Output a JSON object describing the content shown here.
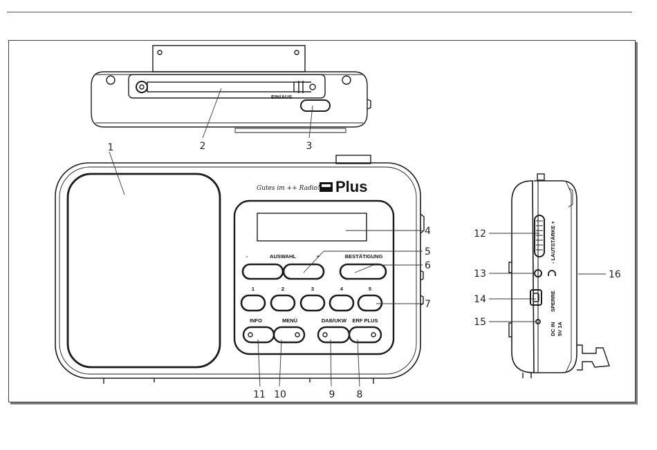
{
  "callouts": {
    "n1": "1",
    "n2": "2",
    "n3": "3",
    "n4": "4",
    "n5": "5",
    "n6": "6",
    "n7": "7",
    "n8": "8",
    "n9": "9",
    "n10": "10",
    "n11": "11",
    "n12": "12",
    "n13": "13",
    "n14": "14",
    "n15": "15",
    "n16": "16"
  },
  "top_view": {
    "power_label": "EIN/AUS"
  },
  "front": {
    "slogan": "Gutes im ++ Radio!",
    "brand": "Plus",
    "select_label": "AUSWAHL",
    "minus": "-",
    "plus": "+",
    "confirm_label": "BESTÄTIGUNG",
    "presets": [
      "1",
      "2",
      "3",
      "4",
      "5"
    ],
    "info_label": "INFO",
    "menu_label": "MENÜ",
    "dab_label": "DAB/UKW",
    "erf_label": "ERF PLUS"
  },
  "side": {
    "volume_label": "- LAUTSTÄRKE +",
    "lock_label": "SPERRE",
    "dc_label": "DC IN",
    "dc_spec": "5V 1A"
  }
}
